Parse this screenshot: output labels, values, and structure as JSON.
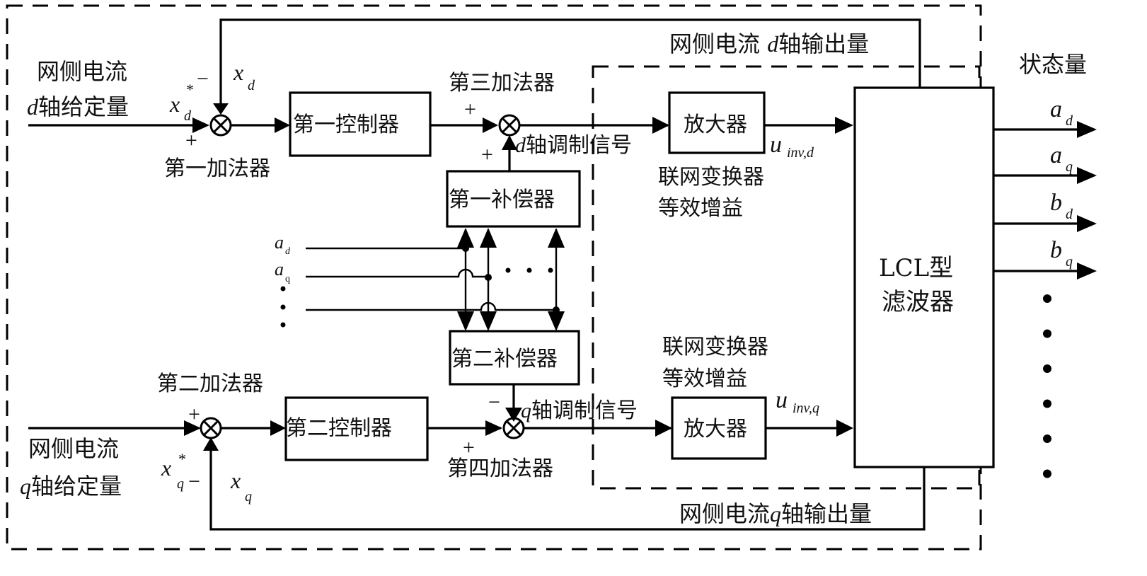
{
  "diagram": {
    "title": "",
    "state_header": "状态量",
    "inputs": {
      "d_ref_line1": "网侧电流",
      "d_ref_line2_var": "d",
      "d_ref_line2_rest": "轴给定量",
      "q_ref_line1": "网侧电流",
      "q_ref_line2_var": "q",
      "q_ref_line2_rest": "轴给定量"
    },
    "symbols": {
      "x": "x",
      "star": "*",
      "d": "d",
      "q": "q",
      "u": "u",
      "inv_d": "inv,d",
      "inv_q": "inv,q",
      "a": "a",
      "b": "b",
      "a_q_sub_plain": "q"
    },
    "signs": {
      "plus": "+",
      "minus": "−"
    },
    "adders": {
      "first": "第一加法器",
      "second": "第二加法器",
      "third": "第三加法器",
      "fourth": "第四加法器"
    },
    "blocks": {
      "first_controller": "第一控制器",
      "second_controller": "第二控制器",
      "first_compensator": "第一补偿器",
      "second_compensator": "第二补偿器",
      "amplifier_d": "放大器",
      "amplifier_q": "放大器",
      "lcl_line1": "LCL型",
      "lcl_line2": "滤波器"
    },
    "signals": {
      "d_mod_var": "d",
      "d_mod_rest": "轴调制信号",
      "q_mod_var": "q",
      "q_mod_rest": "轴调制信号",
      "gain_line1": "联网变换器",
      "gain_line2": "等效增益",
      "d_out_prefix": "网侧电流 ",
      "d_out_var": "d",
      "d_out_rest": "轴输出量",
      "q_out_prefix": "网侧电流",
      "q_out_var": "q",
      "q_out_rest": "轴输出量"
    },
    "state_outputs": [
      {
        "base": "a",
        "sub": "d"
      },
      {
        "base": "a",
        "sub": "q"
      },
      {
        "base": "b",
        "sub": "d"
      },
      {
        "base": "b",
        "sub": "q"
      }
    ],
    "ellipsis_dots": 6
  }
}
